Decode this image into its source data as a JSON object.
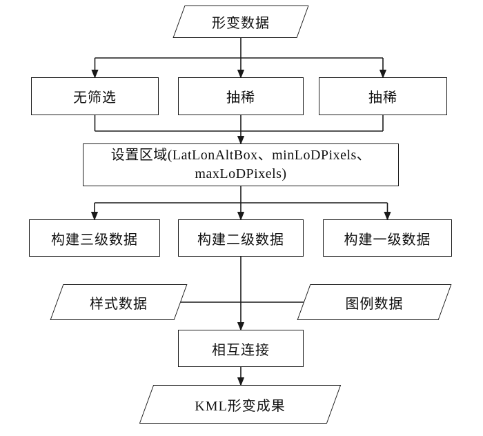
{
  "meta": {
    "type": "flowchart",
    "language": "zh-CN"
  },
  "colors": {
    "background": "#ffffff",
    "line": "#1a1a1a",
    "node_fill": "#ffffff",
    "text": "#111111"
  },
  "nodes": {
    "input": {
      "shape": "parallelogram",
      "label": "形变数据"
    },
    "no_filter": {
      "shape": "rect",
      "label": "无筛选"
    },
    "thin_left": {
      "shape": "rect",
      "label": "抽稀"
    },
    "thin_right": {
      "shape": "rect",
      "label": "抽稀"
    },
    "set_region": {
      "shape": "rect",
      "label_line1": "设置区域(LatLonAltBox、minLoDPixels、",
      "label_line2": "maxLoDPixels)"
    },
    "build_level3": {
      "shape": "rect",
      "label": "构建三级数据"
    },
    "build_level2": {
      "shape": "rect",
      "label": "构建二级数据"
    },
    "build_level1": {
      "shape": "rect",
      "label": "构建一级数据"
    },
    "style_data": {
      "shape": "parallelogram",
      "label": "样式数据"
    },
    "legend_data": {
      "shape": "parallelogram",
      "label": "图例数据"
    },
    "interconnect": {
      "shape": "rect",
      "label": "相互连接"
    },
    "output": {
      "shape": "parallelogram",
      "label": "KML形变成果"
    }
  }
}
